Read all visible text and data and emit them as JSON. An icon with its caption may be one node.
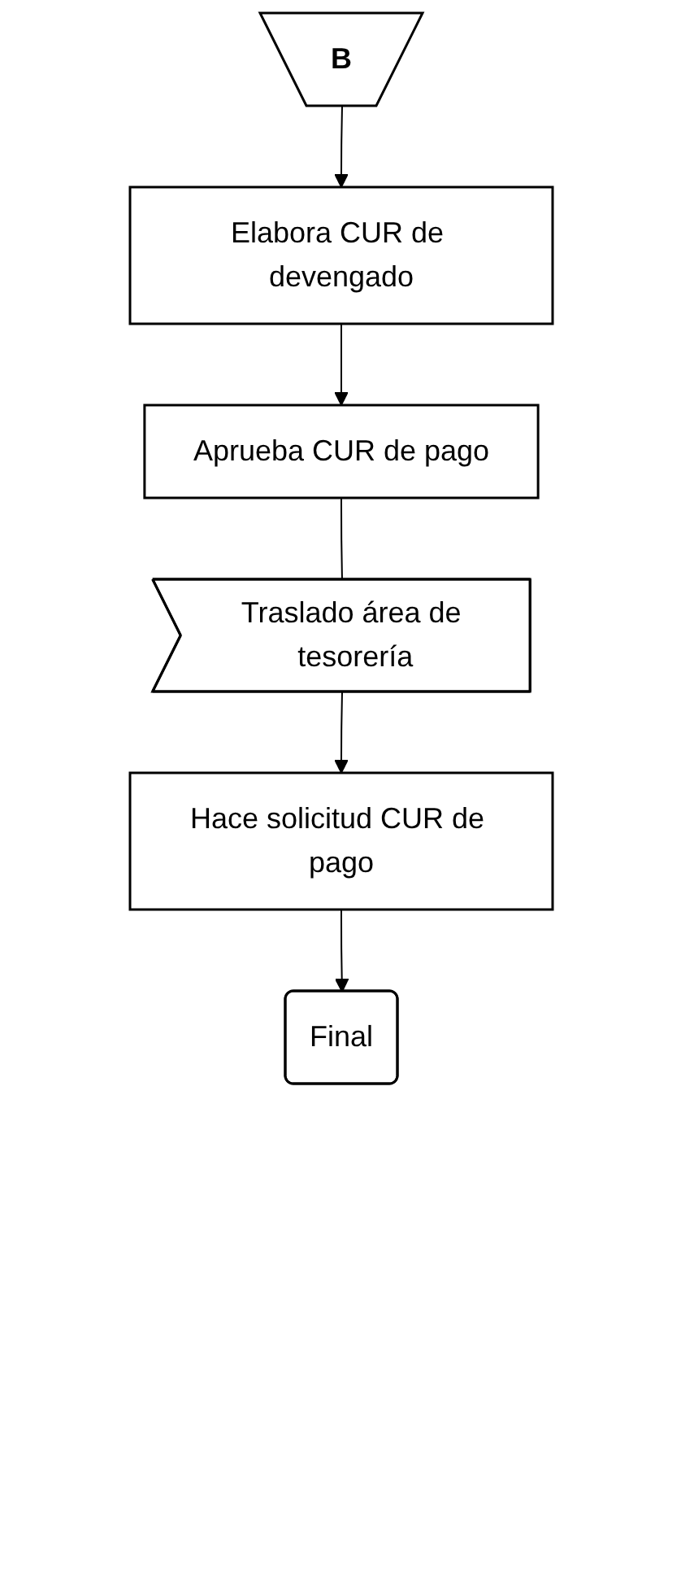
{
  "diagram": {
    "nodes": [
      {
        "text": [
          "B"
        ]
      },
      {
        "text": [
          "Elabora CUR de devengado"
        ]
      },
      {
        "text": [
          "Aprueba CUR de pago"
        ]
      },
      {
        "text": [
          "Traslado área de tesorería"
        ]
      },
      {
        "text": [
          "Hace solicitud CUR de pago"
        ]
      },
      {
        "text": [
          "Final"
        ]
      }
    ],
    "edges": [
      {
        "from": 0,
        "to": 1,
        "arrow": "to"
      },
      {
        "from": 1,
        "to": 2,
        "arrow": "to"
      },
      {
        "from": 2,
        "to": 3,
        "arrow": "none"
      },
      {
        "from": 3,
        "to": 4,
        "arrow": "to"
      },
      {
        "from": 4,
        "to": 5,
        "arrow": "to"
      }
    ]
  }
}
